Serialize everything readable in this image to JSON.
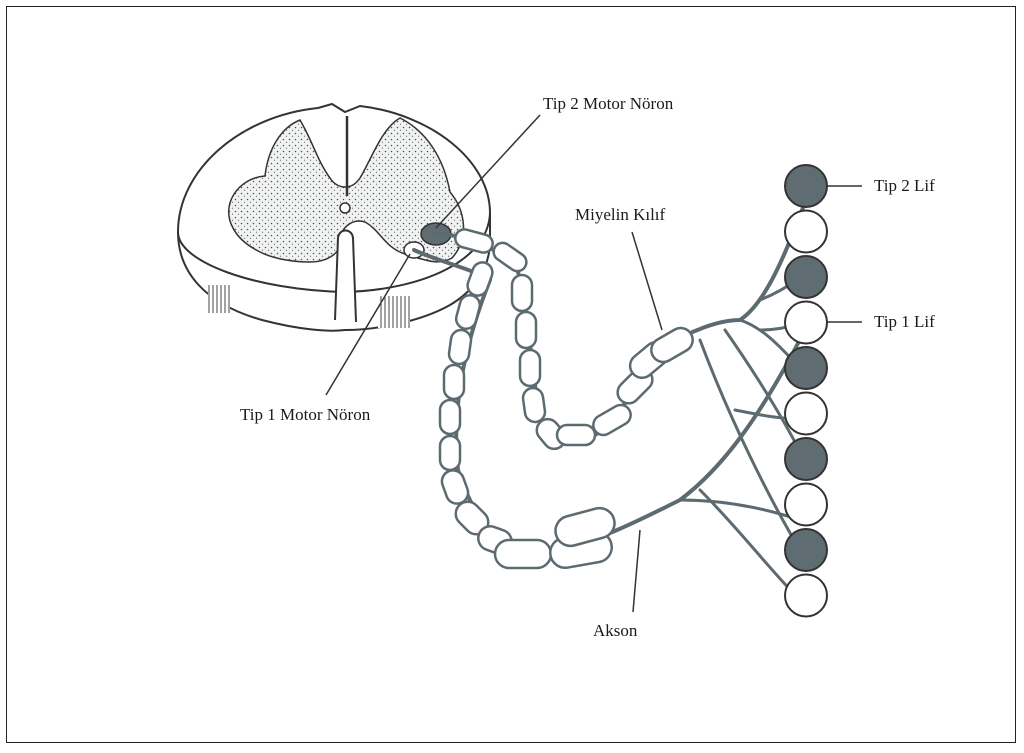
{
  "labels": {
    "type2_motor_neuron": "Tip 2 Motor Nöron",
    "type1_motor_neuron": "Tip 1 Motor Nöron",
    "myelin_sheath": "Miyelin Kılıf",
    "axon": "Akson",
    "type2_fiber": "Tip 2 Lif",
    "type1_fiber": "Tip 1 Lif"
  },
  "colors": {
    "line": "#5d6b70",
    "type2_fill": "#5f6d72",
    "type1_fill": "#ffffff",
    "grey_matter": "#e9ecec"
  },
  "muscle_fibers": [
    "type2",
    "type1",
    "type2",
    "type1",
    "type2",
    "type1",
    "type2",
    "type1",
    "type2",
    "type1"
  ]
}
